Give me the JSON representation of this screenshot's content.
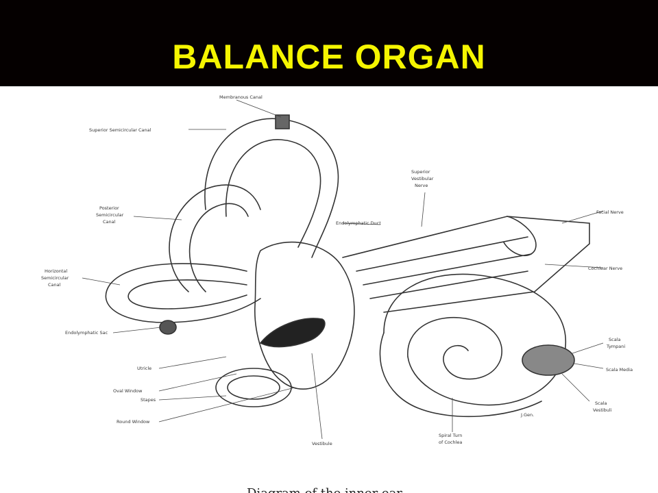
{
  "slide": {
    "title": "BALANCE ORGAN"
  },
  "diagram": {
    "caption": "Diagram of the inner ear",
    "labels": {
      "membranous_canal": "Membranous Canal",
      "superior_canal": "Superior Semicircular Canal",
      "posterior_canal": [
        "Posterior",
        "Semicircular",
        "Canal"
      ],
      "horizontal_canal": [
        "Horizontal",
        "Semicircular",
        "Canal"
      ],
      "endolymphatic_sac": "Endolymphatic Sac",
      "utricle": "Utricle",
      "oval_window": "Oval Window",
      "stapes": "Stapes",
      "round_window": "Round Window",
      "vestibule": "Vestibule",
      "spiral_turn": [
        "Spiral Turn",
        "of Cochlea"
      ],
      "scala_vestibuli": [
        "Scala",
        "Vestibuli"
      ],
      "scala_media": "Scala Media",
      "scala_tympani": [
        "Scala",
        "Tympani"
      ],
      "cochlear_nerve": "Cochlear Nerve",
      "facial_nerve": "Facial Nerve",
      "superior_vestibular_nerve": [
        "Superior",
        "Vestibular",
        "Nerve"
      ],
      "endolymphatic_duct": "Endolymphatic Duct",
      "artist_signature": "J.Gen."
    }
  }
}
